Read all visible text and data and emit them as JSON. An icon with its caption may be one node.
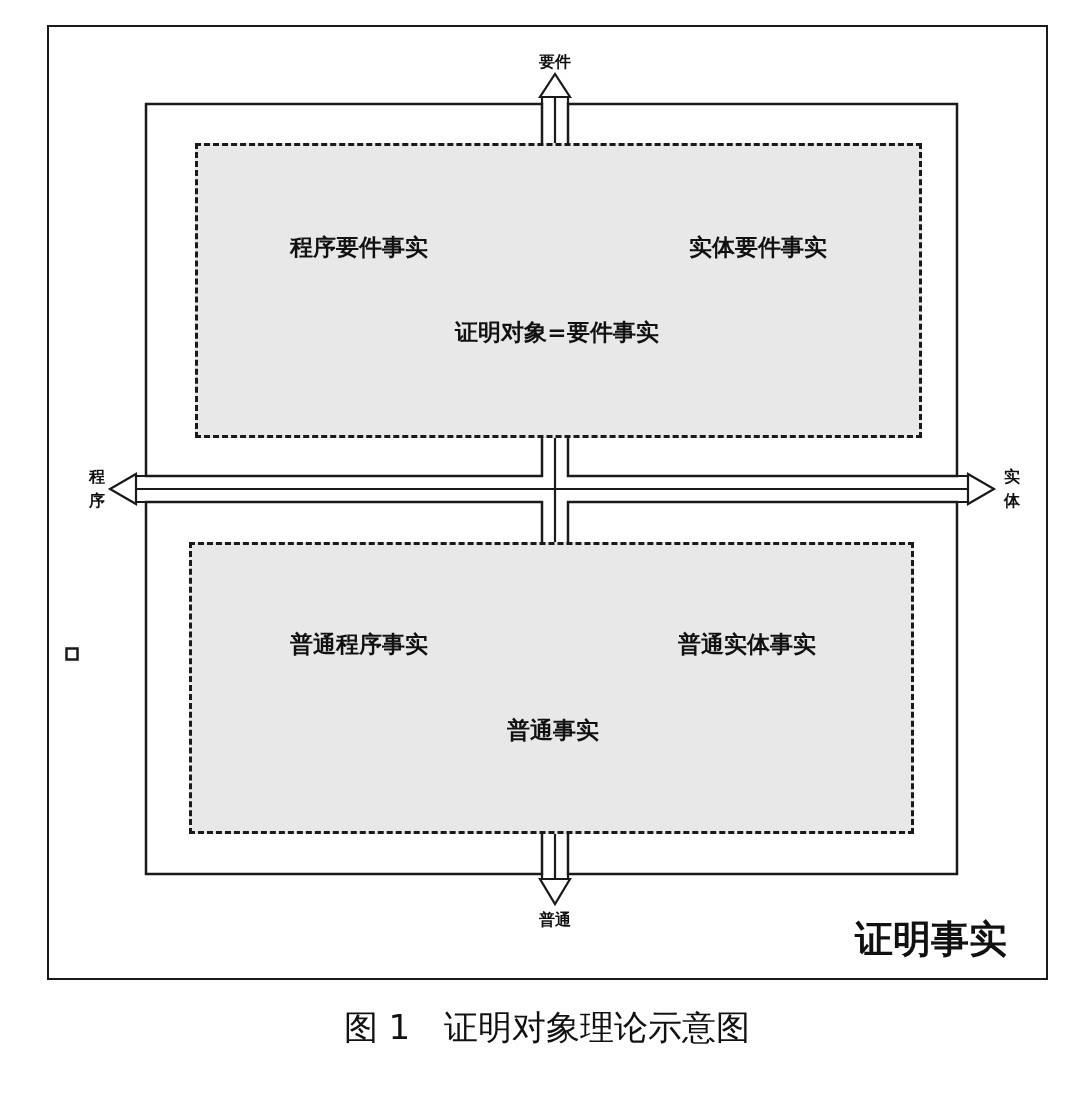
{
  "diagram": {
    "caption": "图 1　证明对象理论示意图",
    "nodes": [
      {
        "text": [
          "证明事实"
        ]
      },
      {
        "text": [
          "程序要件事实",
          "实体要件事实",
          "证明对象=要件事实"
        ],
        "in": 0
      },
      {
        "text": [
          "普通程序事实",
          "普通实体事实",
          "普通事实"
        ],
        "in": 0
      }
    ],
    "labels": [
      "要件",
      "程序",
      "实体",
      "普通"
    ]
  }
}
